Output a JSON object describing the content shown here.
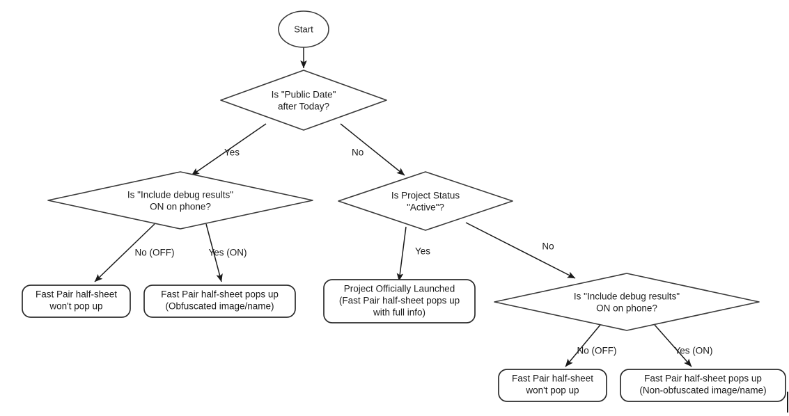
{
  "diagram": {
    "title": "Fast Pair half-sheet visibility decision flow",
    "background_color": "#ffffff",
    "line_color": "#1a1a1a",
    "text_color": "#1a1a1a",
    "nodes": {
      "start": {
        "type": "terminator-ellipse",
        "label": "Start"
      },
      "decision_public_date": {
        "type": "decision",
        "line1": "Is \"Public Date\"",
        "line2": "after Today?"
      },
      "decision_debug_left": {
        "type": "decision",
        "line1": "Is \"Include debug results\"",
        "line2": "ON on phone?"
      },
      "decision_project_status": {
        "type": "decision",
        "line1": "Is Project Status",
        "line2": "\"Active\"?"
      },
      "decision_debug_right": {
        "type": "decision",
        "line1": "Is \"Include debug results\"",
        "line2": "ON on phone?"
      },
      "result_left_off": {
        "type": "terminal-box",
        "line1": "Fast Pair half-sheet",
        "line2": "won't pop up"
      },
      "result_left_on": {
        "type": "terminal-box",
        "line1": "Fast Pair half-sheet pops up",
        "line2": "(Obfuscated image/name)"
      },
      "result_launched": {
        "type": "terminal-box",
        "line1": "Project Officially Launched",
        "line2": "(Fast Pair half-sheet pops up",
        "line3": "with full info)"
      },
      "result_right_off": {
        "type": "terminal-box",
        "line1": "Fast Pair half-sheet",
        "line2": "won't pop up"
      },
      "result_right_on": {
        "type": "terminal-box",
        "line1": "Fast Pair half-sheet pops up",
        "line2": "(Non-obfuscated image/name)"
      }
    },
    "edge_labels": {
      "start_to_public_date": "",
      "public_date_yes": "Yes",
      "public_date_no": "No",
      "debug_left_no": "No (OFF)",
      "debug_left_yes": "Yes (ON)",
      "project_status_yes": "Yes",
      "project_status_no": "No",
      "debug_right_no": "No (OFF)",
      "debug_right_yes": "Yes (ON)"
    }
  }
}
